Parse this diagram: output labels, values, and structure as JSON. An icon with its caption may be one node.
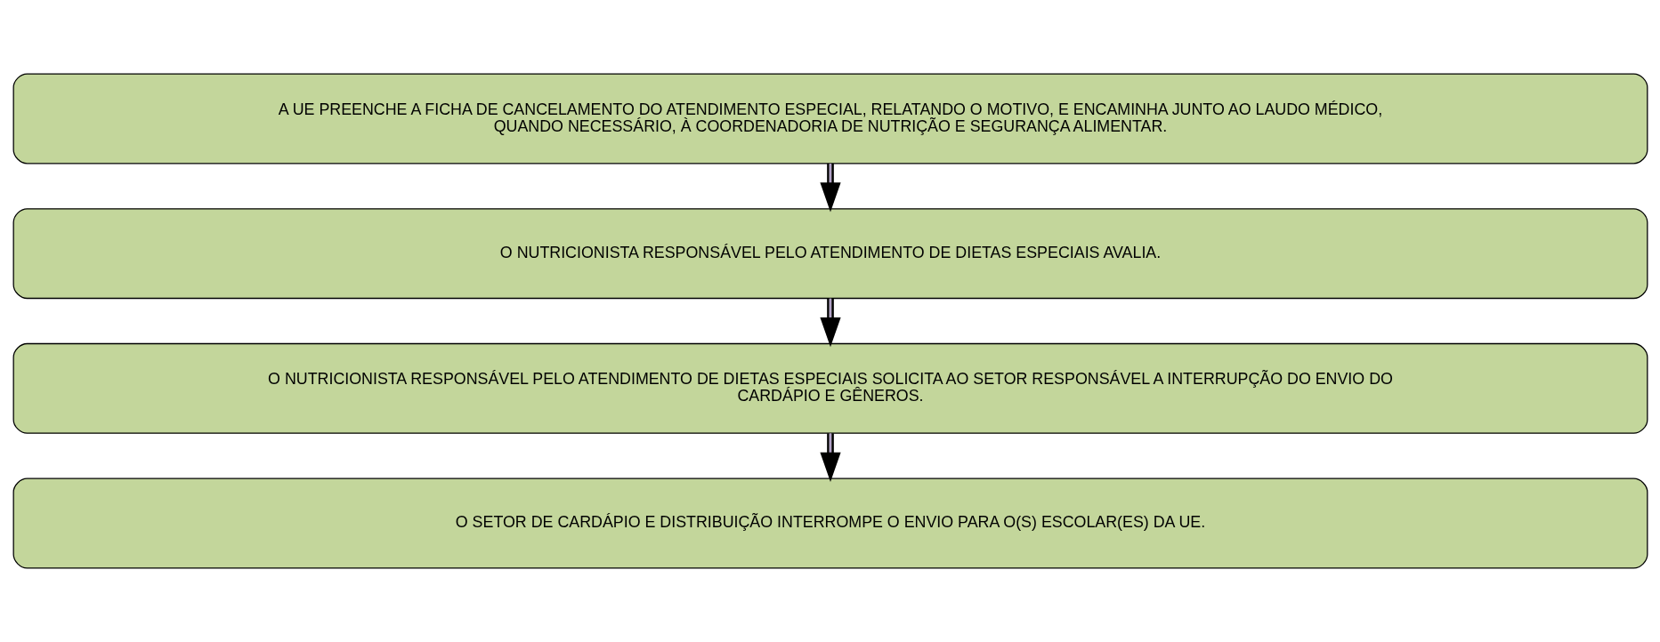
{
  "diagram": {
    "nodes": [
      {
        "text": [
          "A UE PREENCHE A FICHA DE CANCELAMENTO DO ATENDIMENTO ESPECIAL, RELATANDO O MOTIVO, E ENCAMINHA JUNTO AO LAUDO MÉDICO, QUANDO NECESSÁRIO, À COORDENADORIA DE NUTRIÇÃO E SEGURANÇA ALIMENTAR."
        ]
      },
      {
        "text": [
          "O NUTRICIONISTA RESPONSÁVEL PELO ATENDIMENTO DE DIETAS ESPECIAIS AVALIA."
        ]
      },
      {
        "text": [
          "O NUTRICIONISTA RESPONSÁVEL PELO ATENDIMENTO DE DIETAS ESPECIAIS SOLICITA AO SETOR RESPONSÁVEL A INTERRUPÇÃO DO ENVIO DO CARDÁPIO E GÊNEROS."
        ]
      },
      {
        "text": [
          "O SETOR DE CARDÁPIO E DISTRIBUIÇÃO INTERROMPE O ENVIO PARA O(S) ESCOLAR(ES) DA UE."
        ]
      }
    ],
    "edges": [
      {
        "from": 0,
        "to": 1,
        "arrow": "to"
      },
      {
        "from": 1,
        "to": 2,
        "arrow": "to"
      },
      {
        "from": 2,
        "to": 3,
        "arrow": "to"
      }
    ]
  }
}
